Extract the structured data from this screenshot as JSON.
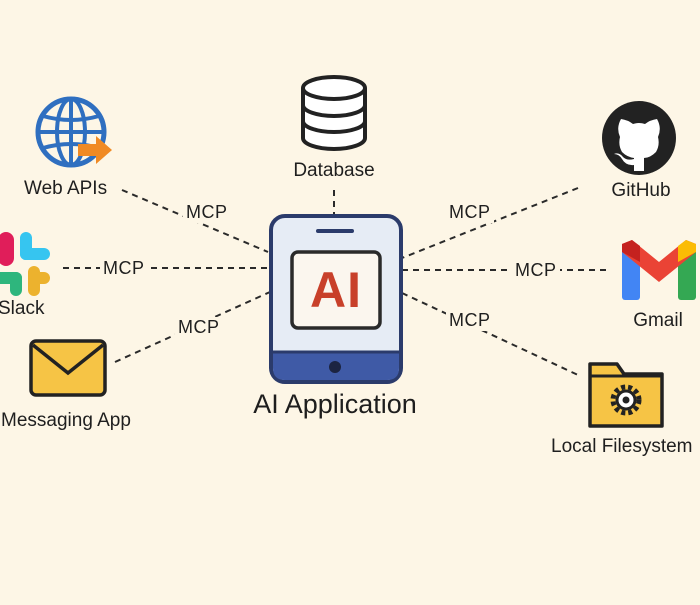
{
  "colors": {
    "background": "#fdf6e6",
    "ink": "#1f1f1f",
    "device_frame": "#2b3b6b",
    "device_screen": "#e6ecf5",
    "device_chin": "#3f5aa6",
    "ai_red": "#c8402a",
    "globe_blue": "#2f6fc0",
    "arrow_orange": "#f08a24",
    "envelope_yellow": "#f6c445",
    "folder_yellow": "#f6c445"
  },
  "center": {
    "title": "AI Application",
    "badge": "AI"
  },
  "nodes": {
    "database": {
      "label": "Database",
      "icon": "database-icon"
    },
    "web_apis": {
      "label": "Web APIs",
      "icon": "globe-arrow-icon"
    },
    "slack": {
      "label": "Slack",
      "icon": "slack-icon"
    },
    "messaging": {
      "label": "Messaging App",
      "icon": "envelope-icon"
    },
    "github": {
      "label": "GitHub",
      "icon": "github-icon"
    },
    "gmail": {
      "label": "Gmail",
      "icon": "gmail-icon"
    },
    "filesystem": {
      "label": "Local Filesystem",
      "icon": "folder-gear-icon"
    }
  },
  "connections": {
    "web_apis": "MCP",
    "slack": "MCP",
    "messaging": "MCP",
    "github": "MCP",
    "gmail": "MCP",
    "filesystem": "MCP"
  }
}
